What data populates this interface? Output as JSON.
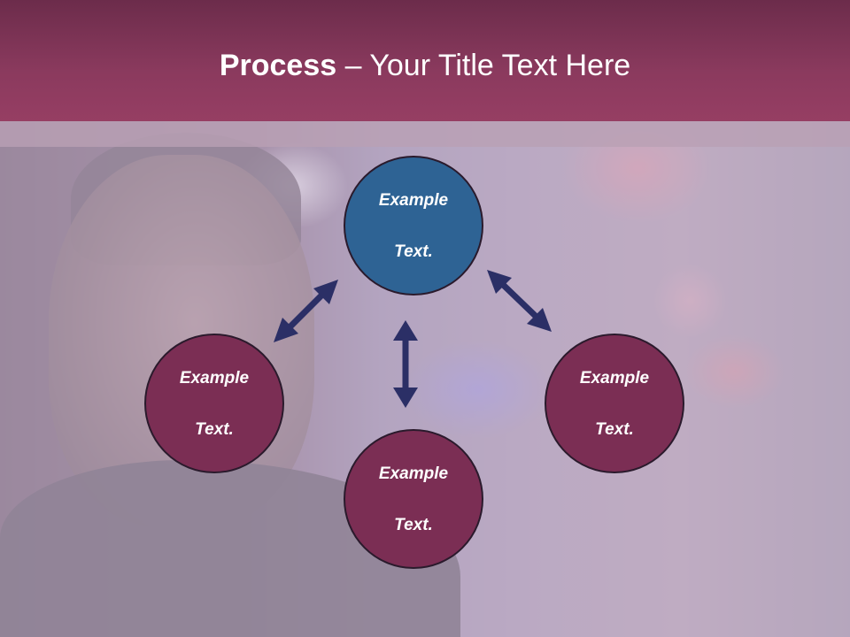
{
  "header": {
    "title_bold": "Process",
    "title_rest": " – Your Title Text Here"
  },
  "nodes": {
    "top": {
      "line1": "Example",
      "line2": "Text."
    },
    "left": {
      "line1": "Example",
      "line2": "Text."
    },
    "right": {
      "line1": "Example",
      "line2": "Text."
    },
    "bottom": {
      "line1": "Example",
      "line2": "Text."
    }
  },
  "colors": {
    "header": "#8b3a5e",
    "top_node": "#2e6394",
    "other_nodes": "#7b2e54",
    "arrows": "#2b2f66"
  }
}
